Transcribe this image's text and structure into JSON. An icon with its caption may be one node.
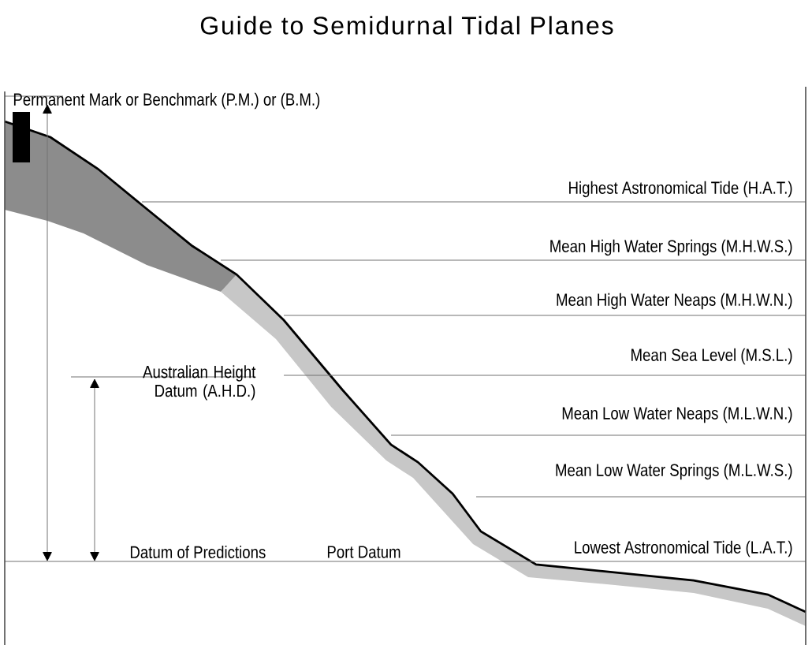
{
  "diagram": {
    "title": "Guide to Semidurnal Tidal Planes",
    "labels": [
      "Permanent Mark or Benchmark (P.M.) or (B.M.)",
      "Highest Astronomical Tide  (H.A.T.)",
      "Mean High Water Springs  (M.H.W.S.)",
      "Mean High Water Neaps  (M.H.W.N.)",
      "Australian Height Datum (A.H.D.)",
      "Mean Sea Level  (M.S.L.)",
      "Mean Low Water Neaps  (M.L.W.N.)",
      "Mean Low Water Springs  (M.L.W.S.)",
      "Datum of Predictions",
      "Port Datum",
      "Lowest Astronomical Tide  (L.A.T.)"
    ]
  }
}
